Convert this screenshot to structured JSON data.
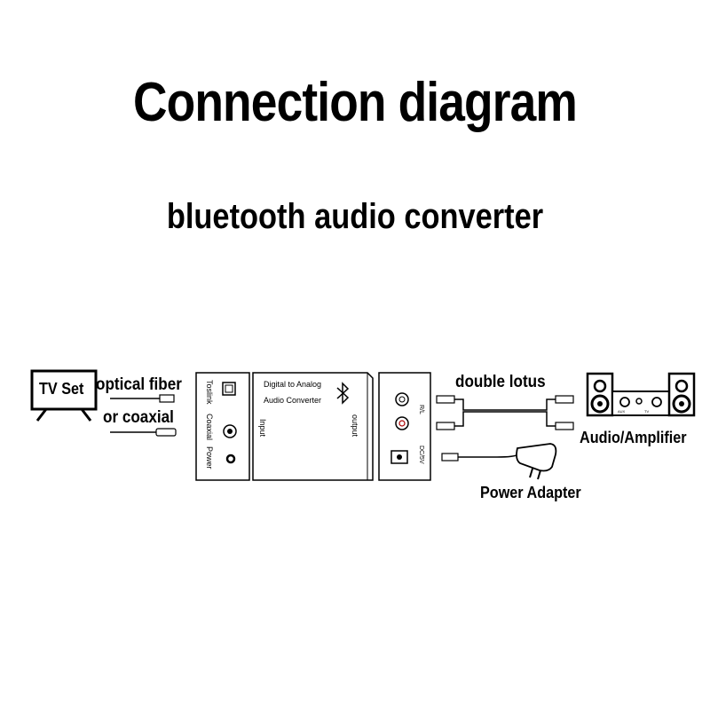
{
  "title": "Connection diagram",
  "subtitle": "bluetooth audio converter",
  "tv": {
    "label": "TV Set"
  },
  "cables": {
    "optical": "optical fiber",
    "coaxial": "or coaxial",
    "lotus": "double lotus"
  },
  "input_panel": {
    "toslink": "Toslink",
    "coaxial": "Coaxial",
    "power": "Power"
  },
  "converter": {
    "line1": "Digital to Analog",
    "line2": "Audio Converter",
    "input": "Input",
    "output": "output"
  },
  "output_panel": {
    "rl": "R/L",
    "dc": "DC/5V"
  },
  "amplifier": {
    "label": "Audio/Amplifier",
    "knob1": "AUX",
    "knob2": "TV"
  },
  "power_adapter": {
    "label": "Power Adapter"
  }
}
